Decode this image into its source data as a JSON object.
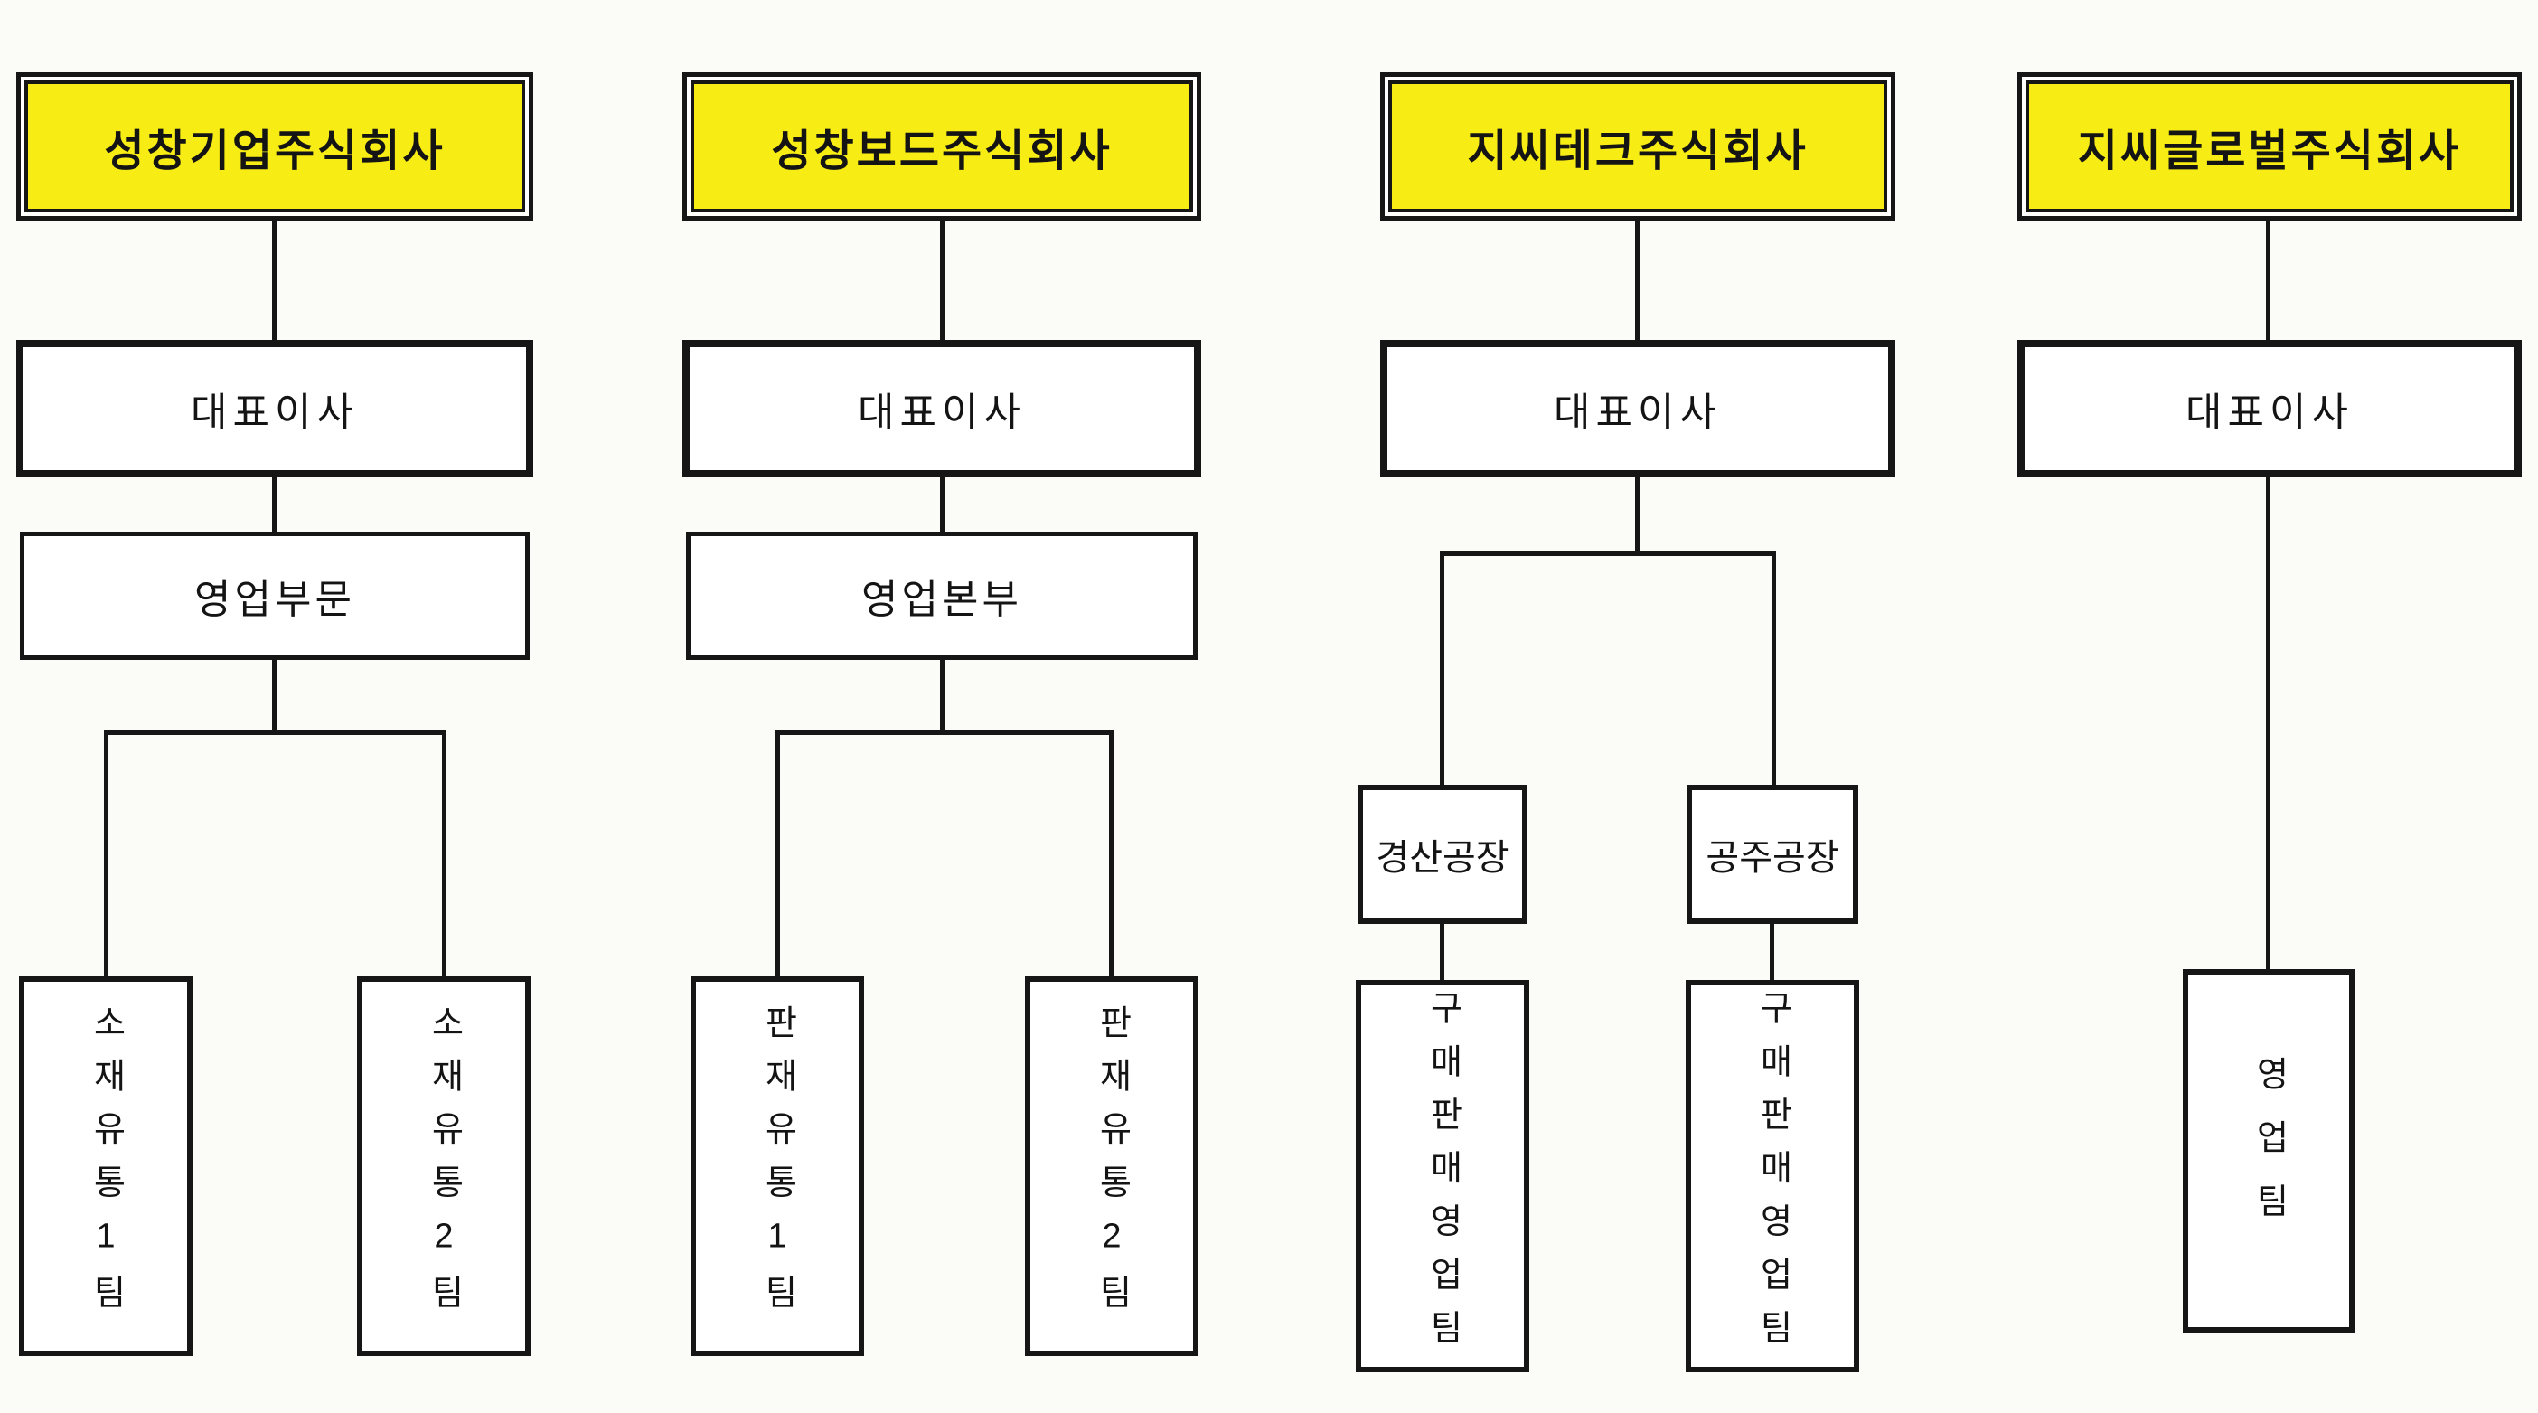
{
  "diagram": {
    "kind": "organization-chart",
    "highlight_color": "#f8ec15",
    "line_color": "#161616",
    "trees": [
      {
        "company": "성창기업주식회사",
        "ceo": "대표이사",
        "division": "영업부문",
        "teams": [
          "소재유통1팀",
          "소재유통2팀"
        ]
      },
      {
        "company": "성창보드주식회사",
        "ceo": "대표이사",
        "division": "영업본부",
        "teams": [
          "판재유통1팀",
          "판재유통2팀"
        ]
      },
      {
        "company": "지씨테크주식회사",
        "ceo": "대표이사",
        "factories": [
          "경산공장",
          "공주공장"
        ],
        "teams": [
          "구매판매영업팀",
          "구매판매영업팀"
        ]
      },
      {
        "company": "지씨글로벌주식회사",
        "ceo": "대표이사",
        "teams": [
          "영업팀"
        ]
      }
    ]
  }
}
